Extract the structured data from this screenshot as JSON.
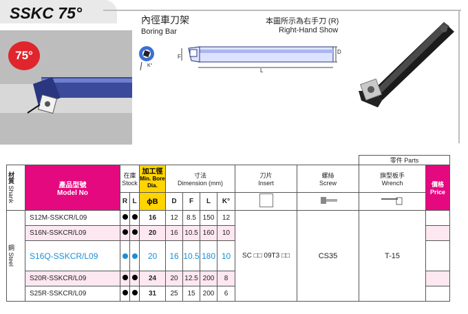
{
  "header": {
    "title": "SSKC 75°",
    "zh_title": "內徑車刀架",
    "en_title": "Boring Bar",
    "right_hand_zh": "本圖所示為右手刀 (R)",
    "right_hand_en": "Right-Hand Show",
    "angle_badge": "75°"
  },
  "diagram": {
    "label_L": "L",
    "label_D": "D",
    "label_F": "F",
    "label_K": "K°"
  },
  "table": {
    "parts_header": "零件 Parts",
    "shank_zh": "材質",
    "shank_en": "Shank",
    "model_zh": "產品型號",
    "model_en": "Model No",
    "stock_zh": "在庫",
    "stock_en": "Stock",
    "bore_zh": "加工徑",
    "bore_en": "Min. Bore Dia.",
    "dim_zh": "寸法",
    "dim_en": "Dimension (mm)",
    "insert_zh": "刀片",
    "insert_en": "Insert",
    "screw_zh": "螺絲",
    "screw_en": "Screw",
    "wrench_zh": "旗型板手",
    "wrench_en": "Wrench",
    "price_zh": "價格",
    "price_en": "Price",
    "col_R": "R",
    "col_L": "L",
    "col_B": "ϕB",
    "col_D": "D",
    "col_F": "F",
    "col_Lm": "L",
    "col_K": "K°",
    "steel_zh": "鋼",
    "steel_en": "Steel",
    "insert_value": "SC □□ 09T3 □□",
    "screw_value": "CS35",
    "wrench_value": "T-15",
    "rows": [
      {
        "model": "S12M-SSKCR/L09",
        "B": "16",
        "D": "12",
        "F": "8.5",
        "L": "150",
        "K": "12"
      },
      {
        "model": "S16N-SSKCR/L09",
        "B": "20",
        "D": "16",
        "F": "10.5",
        "L": "160",
        "K": "10"
      },
      {
        "model": "S16Q-SSKCR/L09",
        "B": "20",
        "D": "16",
        "F": "10.5",
        "L": "180",
        "K": "10"
      },
      {
        "model": "S20R-SSKCR/L09",
        "B": "24",
        "D": "20",
        "F": "12.5",
        "L": "200",
        "K": "8"
      },
      {
        "model": "S25R-SSKCR/L09",
        "B": "31",
        "D": "25",
        "F": "15",
        "L": "200",
        "K": "6"
      }
    ]
  },
  "colors": {
    "accent_pink": "#e5097f",
    "accent_yellow": "#ffd400",
    "badge_red": "#e0252d",
    "highlight_blue": "#1a8fd6"
  }
}
